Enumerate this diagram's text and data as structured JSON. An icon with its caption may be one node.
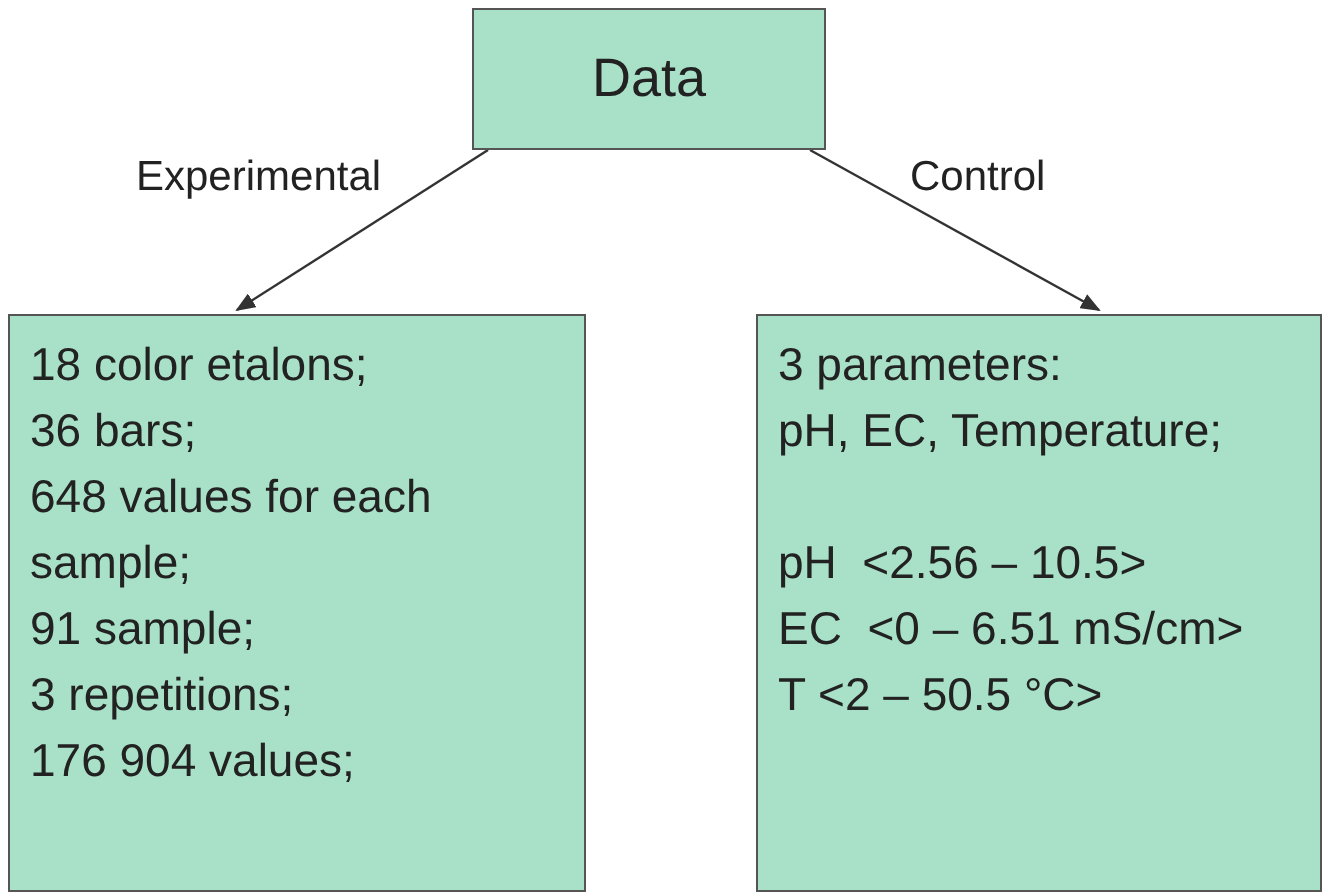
{
  "diagram": {
    "nodes": [
      {
        "text": [
          "Data"
        ]
      },
      {
        "text": [
          "18 color etalons;",
          "36 bars;",
          "648 values for each sample;",
          "91 sample;",
          "3 repetitions;",
          "176 904 values;"
        ]
      },
      {
        "text": [
          "3 parameters:",
          "pH, EC, Temperature;",
          "pH  <2.56 – 10.5>",
          "EC  <0 – 6.51 mS/cm>",
          "T <2 – 50.5 °C>"
        ]
      }
    ],
    "edges": [
      {
        "from": 0,
        "to": 1,
        "arrow": "to",
        "label": "Experimental"
      },
      {
        "from": 0,
        "to": 2,
        "arrow": "to",
        "label": "Control"
      }
    ]
  }
}
